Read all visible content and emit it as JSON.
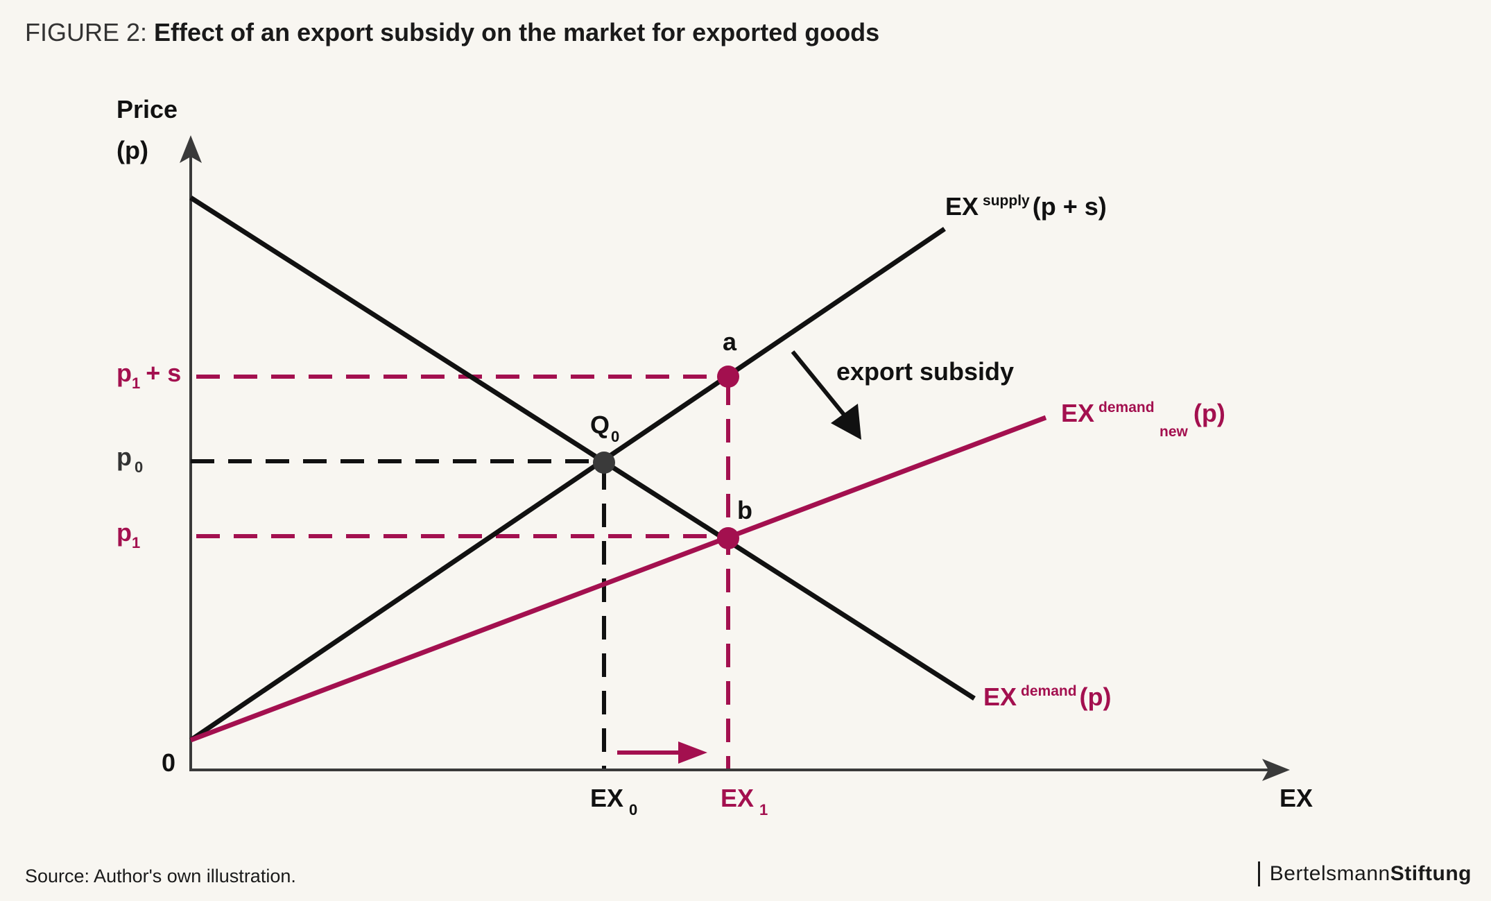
{
  "title": {
    "prefix": "FIGURE 2:",
    "main": "Effect of an export subsidy on the market for exported goods"
  },
  "axes": {
    "y_label_line1": "Price",
    "y_label_line2": "(p)",
    "x_label": "EX",
    "origin": "0"
  },
  "price_levels": {
    "p1_plus_s": {
      "base": "p",
      "sub": "1",
      "suffix": "+ s"
    },
    "p0": {
      "base": "p",
      "sub": "0"
    },
    "p1": {
      "base": "p",
      "sub": "1"
    }
  },
  "quantities": {
    "ex0": {
      "base": "EX",
      "sub": "0"
    },
    "ex1": {
      "base": "EX",
      "sub": "1"
    }
  },
  "points": {
    "q0": {
      "base": "Q",
      "sub": "0"
    },
    "a": "a",
    "b": "b"
  },
  "curves": {
    "supply": {
      "base": "EX",
      "sup": "supply",
      "arg": "(p + s)"
    },
    "demand": {
      "base": "EX",
      "sup": "demand",
      "arg": "(p)"
    },
    "demand_new": {
      "base": "EX",
      "sup": "demand",
      "sub": "new",
      "arg": "(p)"
    }
  },
  "annotation": "export subsidy",
  "colors": {
    "black": "#111111",
    "accent": "#a3104f",
    "dark_point": "#3a3a3a"
  },
  "source": "Source: Author's own illustration.",
  "brand": {
    "part1": "Bertelsmann",
    "part2": "Stiftung"
  }
}
